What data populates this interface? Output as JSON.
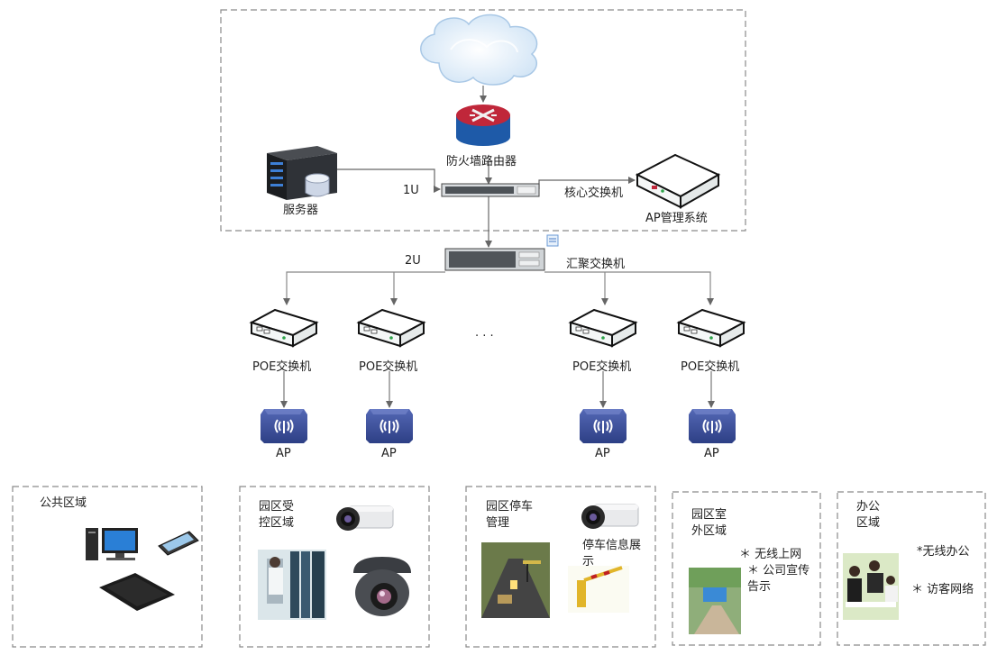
{
  "core": {
    "firewall_label": "防火墙路由器",
    "server_label": "服务器",
    "switch_1u_label": "1U",
    "core_switch_label": "核心交换机",
    "ap_mgmt_label": "AP管理系统"
  },
  "aggregation": {
    "switch_2u_label": "2U",
    "agg_switch_label": "汇聚交换机"
  },
  "poe_label": "POE交换机",
  "ap_label": "AP",
  "ellipsis": "· · ·",
  "zones": {
    "public": {
      "title": "公共区域"
    },
    "controlled": {
      "title": "园区受\n控区域"
    },
    "parking": {
      "title": "园区停车\n管理",
      "note": "停车信息展\n示"
    },
    "outdoor": {
      "title": "园区室\n外区域",
      "note1": "＊ 无线上网",
      "note2": "＊ 公司宣传\n告示"
    },
    "office": {
      "title": "办公\n区域",
      "note1": "*无线办公",
      "note2": "＊ 访客网络"
    }
  },
  "colors": {
    "line": "#666666",
    "dash": "#8a8a8a",
    "ap_blue": "#3a4f9a",
    "router_red": "#c0273a",
    "router_blue": "#1e5aa8"
  }
}
